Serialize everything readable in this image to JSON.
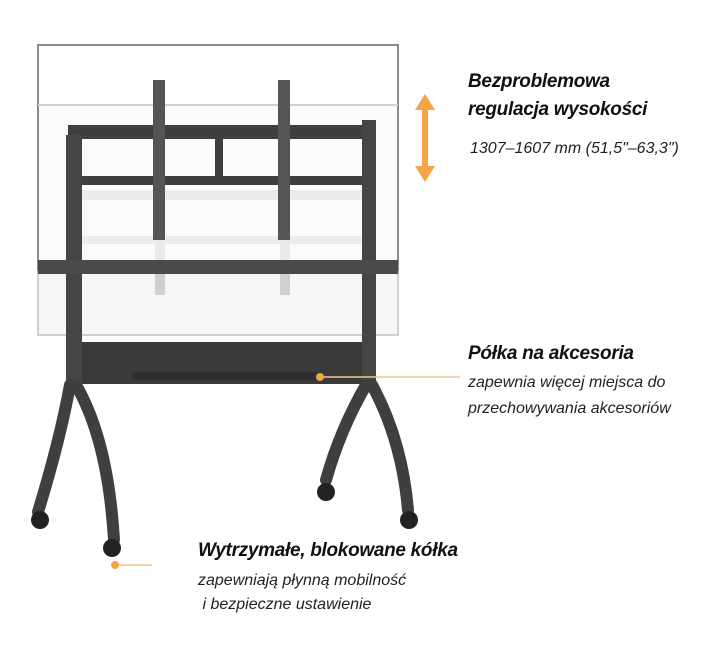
{
  "features": [
    {
      "title_lines": [
        "Bezproblemowa",
        "regulacja wysokości"
      ],
      "desc_lines": [
        "1307–1607 mm (51,5\"–63,3\")"
      ]
    },
    {
      "title_lines": [
        "Półka na akcesoria"
      ],
      "desc_lines": [
        "zapewnia więcej miejsca do",
        "przechowywania akcesoriów"
      ]
    },
    {
      "title_lines": [
        "Wytrzymałe, blokowane kółka"
      ],
      "desc_lines": [
        "zapewniają płynną mobilność",
        " i bezpieczne ustawienie"
      ]
    }
  ],
  "colors": {
    "accent": "#f5a44a",
    "frame": "#3f3f3f",
    "ghost": "#c8c8c8"
  }
}
